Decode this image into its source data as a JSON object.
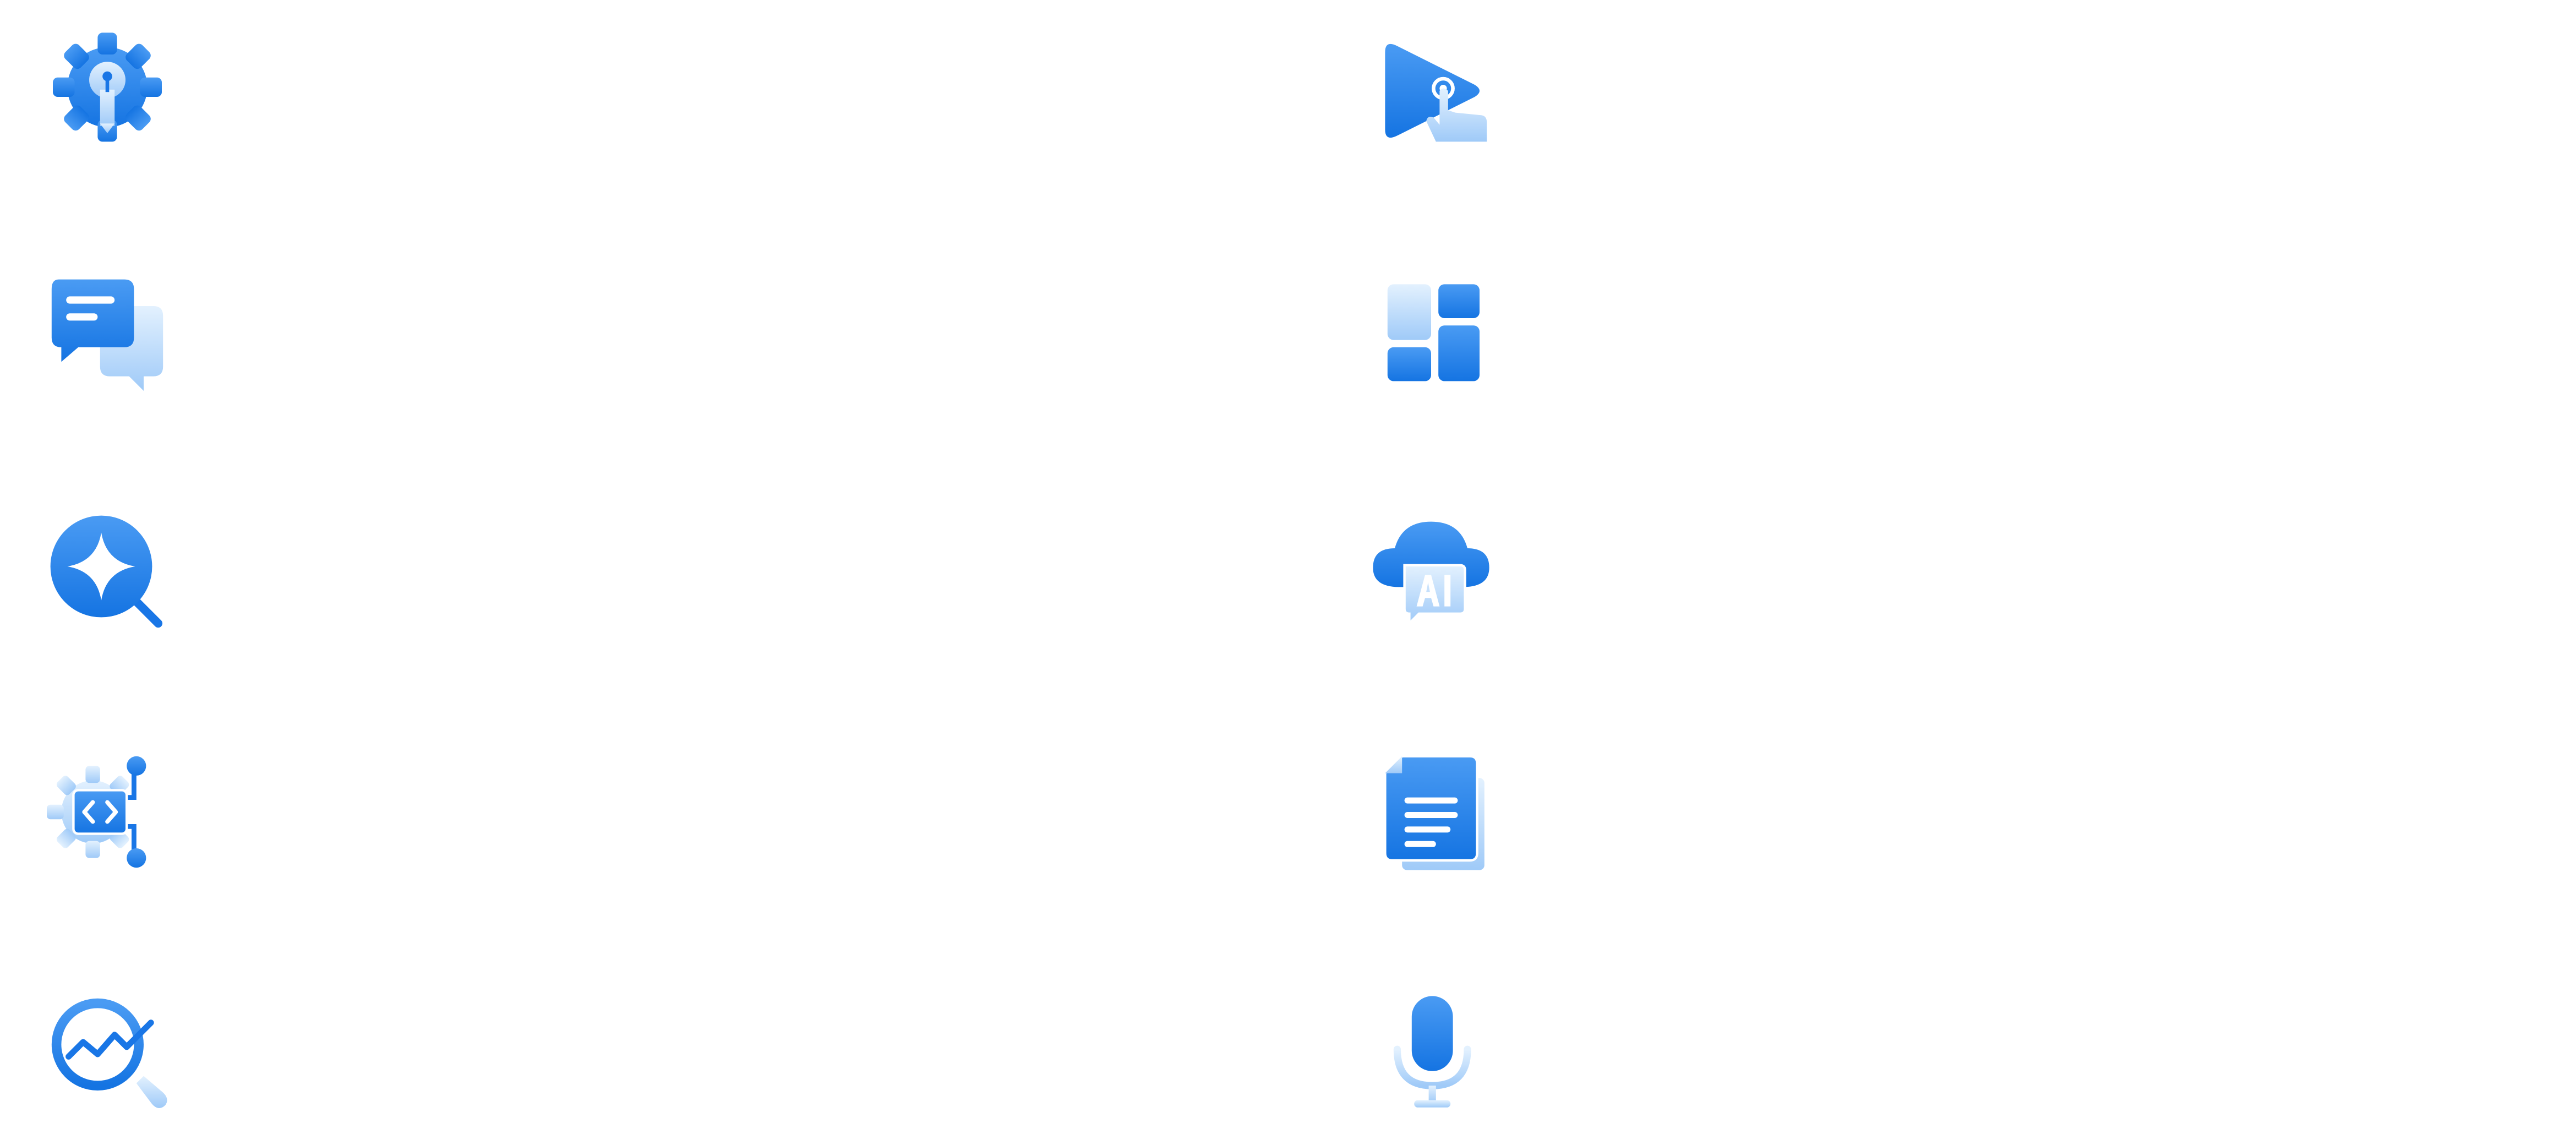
{
  "icons": [
    {
      "name": "key-gear-icon",
      "column": 0,
      "row": 0
    },
    {
      "name": "play-touch-icon",
      "column": 1,
      "row": 0
    },
    {
      "name": "chat-bubbles-icon",
      "column": 0,
      "row": 1
    },
    {
      "name": "dashboard-tiles-icon",
      "column": 1,
      "row": 1
    },
    {
      "name": "sparkle-search-icon",
      "column": 0,
      "row": 2
    },
    {
      "name": "ai-cloud-icon",
      "column": 1,
      "row": 2
    },
    {
      "name": "code-gear-circuit-icon",
      "column": 0,
      "row": 3
    },
    {
      "name": "document-icon",
      "column": 1,
      "row": 3
    },
    {
      "name": "chart-search-icon",
      "column": 0,
      "row": 4
    },
    {
      "name": "microphone-icon",
      "column": 1,
      "row": 4
    }
  ],
  "colors": {
    "primary_dark": "#1976e6",
    "primary": "#3a8df0",
    "primary_light": "#a8d1fb",
    "primary_pale": "#cfe6fd",
    "white": "#ffffff",
    "background": "#ffffff"
  }
}
